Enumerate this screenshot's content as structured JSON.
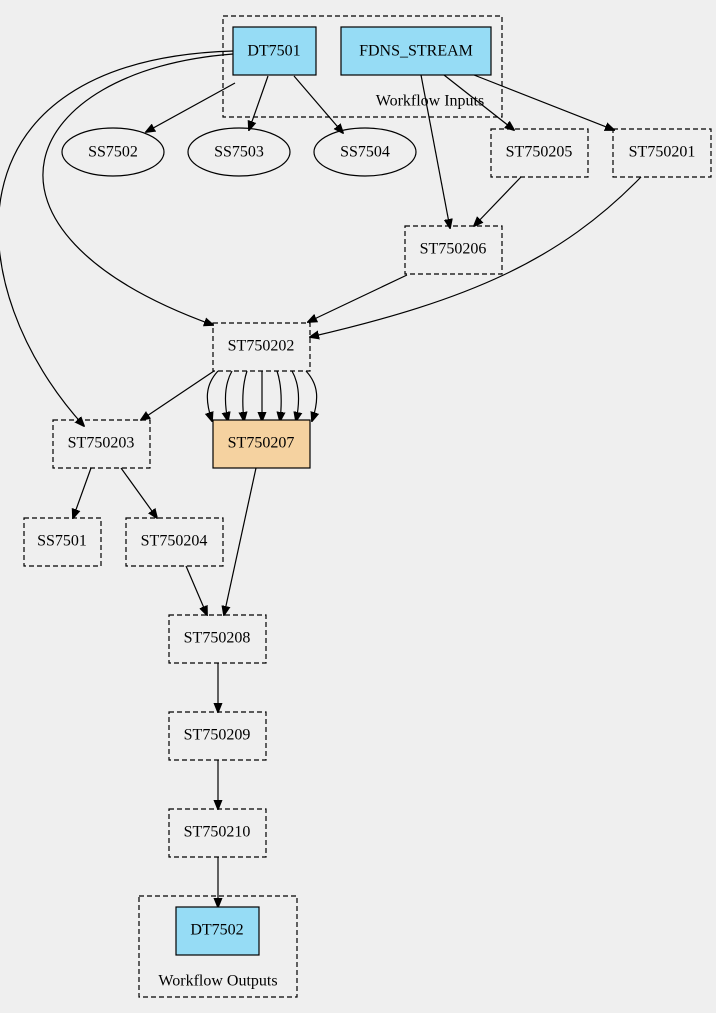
{
  "colors": {
    "background": "#efefef",
    "input_node": "#96dcf5",
    "highlight_node": "#f5d2a0",
    "stroke": "#000000"
  },
  "clusters": {
    "inputs": {
      "label": "Workflow Inputs"
    },
    "outputs": {
      "label": "Workflow Outputs"
    }
  },
  "nodes": {
    "DT7501": {
      "label": "DT7501",
      "style": "filled"
    },
    "FDNS_STREAM": {
      "label": "FDNS_STREAM",
      "style": "filled"
    },
    "SS7502": {
      "label": "SS7502",
      "style": "ellipse"
    },
    "SS7503": {
      "label": "SS7503",
      "style": "ellipse"
    },
    "SS7504": {
      "label": "SS7504",
      "style": "ellipse"
    },
    "ST750205": {
      "label": "ST750205",
      "style": "dashed"
    },
    "ST750201": {
      "label": "ST750201",
      "style": "dashed"
    },
    "ST750206": {
      "label": "ST750206",
      "style": "dashed"
    },
    "ST750202": {
      "label": "ST750202",
      "style": "dashed"
    },
    "ST750203": {
      "label": "ST750203",
      "style": "dashed"
    },
    "ST750207": {
      "label": "ST750207",
      "style": "highlight"
    },
    "SS7501": {
      "label": "SS7501",
      "style": "dashed"
    },
    "ST750204": {
      "label": "ST750204",
      "style": "dashed"
    },
    "ST750208": {
      "label": "ST750208",
      "style": "dashed"
    },
    "ST750209": {
      "label": "ST750209",
      "style": "dashed"
    },
    "ST750210": {
      "label": "ST750210",
      "style": "dashed"
    },
    "DT7502": {
      "label": "DT7502",
      "style": "filled"
    }
  },
  "edges": [
    [
      "DT7501",
      "SS7502"
    ],
    [
      "DT7501",
      "SS7503"
    ],
    [
      "DT7501",
      "SS7504"
    ],
    [
      "DT7501",
      "ST750203"
    ],
    [
      "DT7501",
      "ST750202"
    ],
    [
      "FDNS_STREAM",
      "ST750206"
    ],
    [
      "FDNS_STREAM",
      "ST750205"
    ],
    [
      "FDNS_STREAM",
      "ST750201"
    ],
    [
      "ST750205",
      "ST750206"
    ],
    [
      "ST750206",
      "ST750202"
    ],
    [
      "ST750201",
      "ST750202"
    ],
    [
      "ST750202",
      "ST750203"
    ],
    [
      "ST750202",
      "ST750207"
    ],
    [
      "ST750202",
      "ST750207"
    ],
    [
      "ST750202",
      "ST750207"
    ],
    [
      "ST750202",
      "ST750207"
    ],
    [
      "ST750202",
      "ST750207"
    ],
    [
      "ST750202",
      "ST750207"
    ],
    [
      "ST750202",
      "ST750207"
    ],
    [
      "ST750203",
      "SS7501"
    ],
    [
      "ST750203",
      "ST750204"
    ],
    [
      "ST750204",
      "ST750208"
    ],
    [
      "ST750207",
      "ST750208"
    ],
    [
      "ST750208",
      "ST750209"
    ],
    [
      "ST750209",
      "ST750210"
    ],
    [
      "ST750210",
      "DT7502"
    ]
  ]
}
